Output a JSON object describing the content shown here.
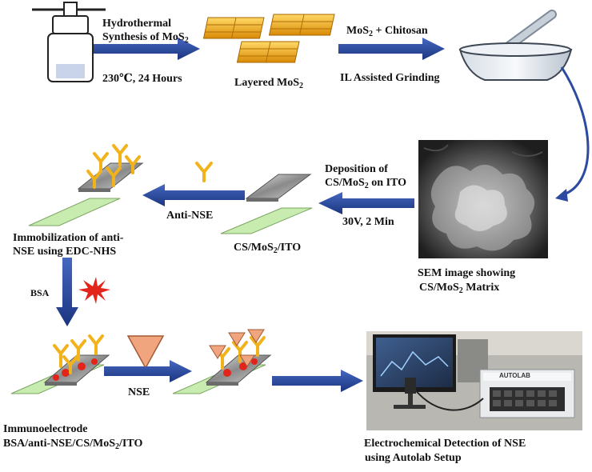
{
  "labels": {
    "hydrothermal_line1": "Hydrothermal",
    "hydrothermal_line2": "Synthesis of MoS",
    "hydrothermal_sub": "2",
    "conditions": "230℃, 24 Hours",
    "layered": "Layered MoS",
    "layered_sub": "2",
    "mos2_chitosan_a": "MoS",
    "mos2_chitosan_sub": "2",
    "mos2_chitosan_b": " + Chitosan",
    "il_grinding": "IL Assisted Grinding",
    "deposition_line1": "Deposition of",
    "deposition_line2_a": "CS/MoS",
    "deposition_line2_sub": "2",
    "deposition_line2_b": " on ITO",
    "voltage": "30V, 2 Min",
    "sem_line1": "SEM image showing",
    "sem_line2_a": "CS/MoS",
    "sem_line2_sub": "2",
    "sem_line2_b": " Matrix",
    "cs_ito_a": "CS/MoS",
    "cs_ito_sub": "2",
    "cs_ito_b": "/ITO",
    "anti_nse": "Anti-NSE",
    "immob_line1": "Immobilization of anti-",
    "immob_line2": "NSE using EDC-NHS",
    "bsa": "BSA",
    "nse": "NSE",
    "immuno_line1": "Immunoelectrode",
    "immuno_line2_a": "BSA/anti-NSE/CS/MoS",
    "immuno_line2_sub": "2",
    "immuno_line2_b": "/ITO",
    "detect_line1": "Electrochemical Detection of NSE",
    "detect_line2": "using Autolab Setup",
    "autolab_brand": "AUTOLAB"
  },
  "colors": {
    "arrow": "#1f3f94",
    "electrode": "#c8ecb0",
    "antibody": "#f2b21c",
    "bsa": "#e3241b",
    "nse": "#f0a57e",
    "mos2": "#f2a818"
  }
}
